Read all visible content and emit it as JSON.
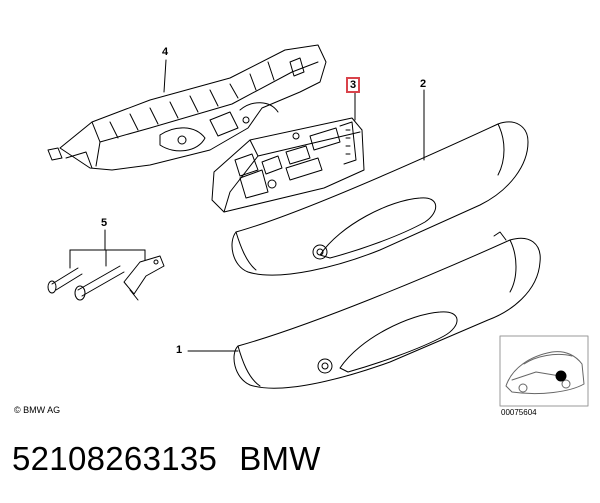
{
  "callouts": {
    "c1": "1",
    "c2": "2",
    "c3": "3",
    "c4": "4",
    "c5": "5"
  },
  "copyright": "© BMW AG",
  "reference_number": "00075604",
  "footer": {
    "part_number": "52108263135",
    "brand": "BMW"
  },
  "colors": {
    "highlight_box": "#d9434b",
    "line": "#000000"
  }
}
